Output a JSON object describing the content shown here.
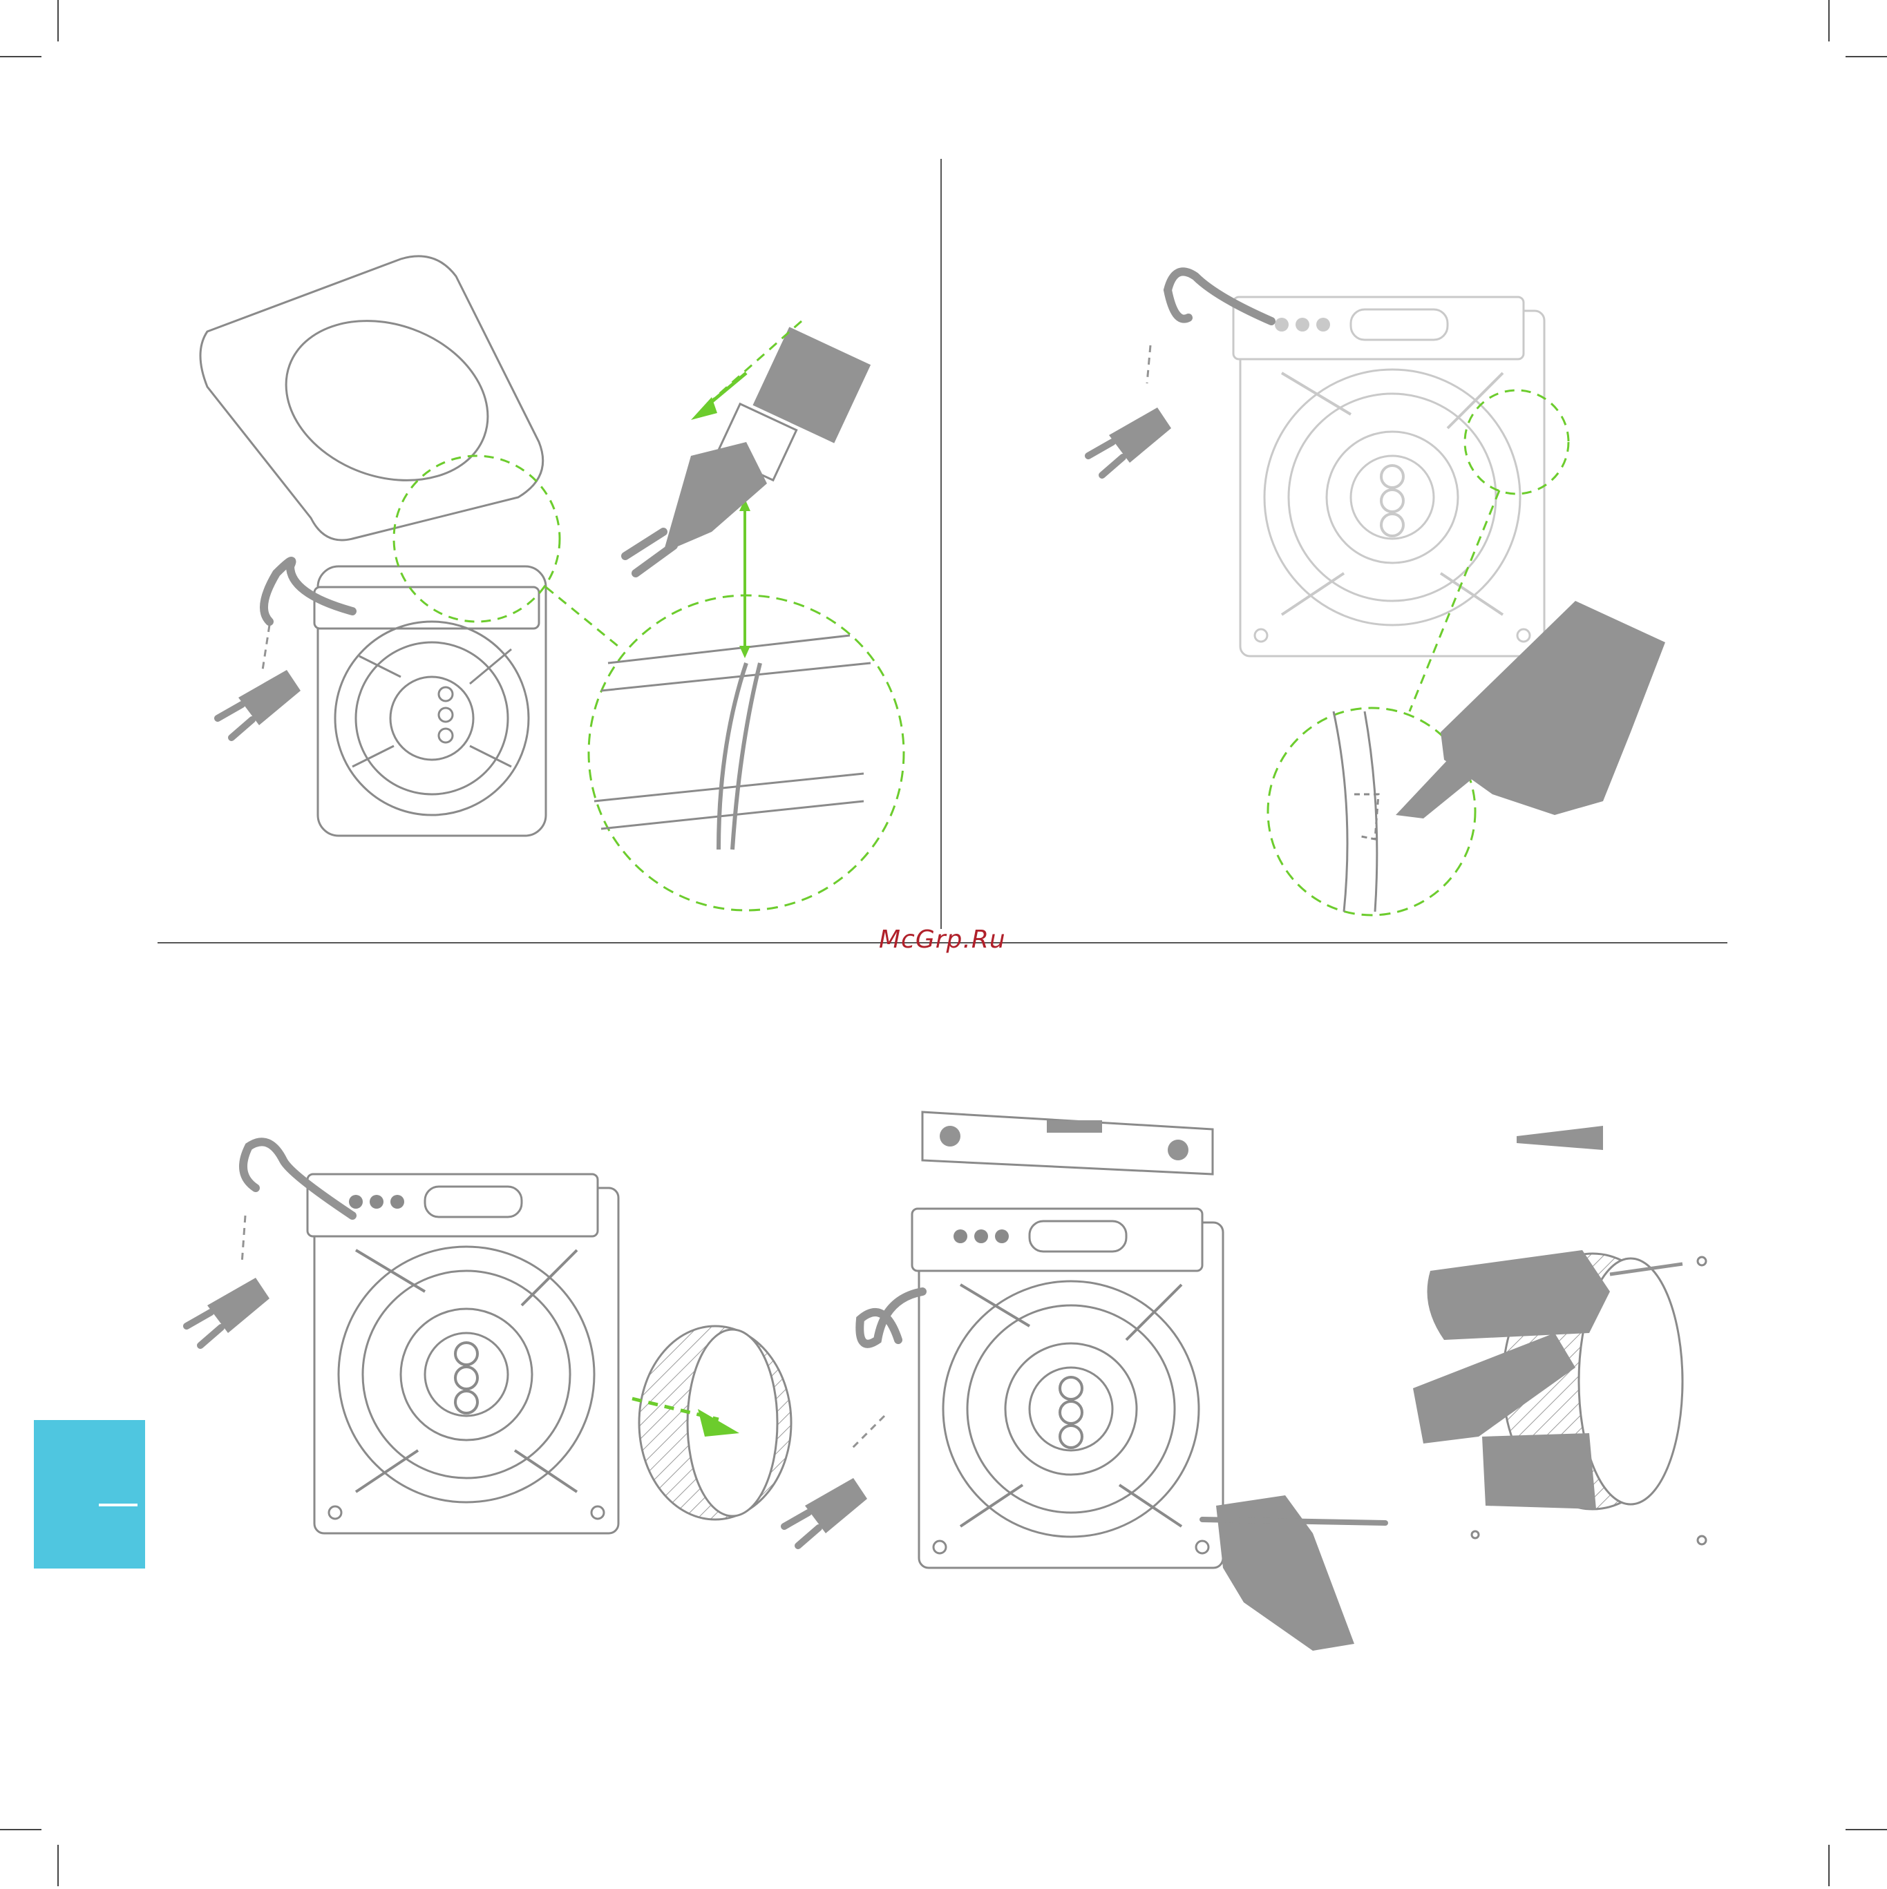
{
  "watermark": "McGrp.Ru",
  "colors": {
    "line": "#8a8a8a",
    "fill": "#939393",
    "accent_green": "#6ccc2d",
    "tab_cyan": "#4fc6e0",
    "watermark_red": "#b0202a"
  },
  "figures": [
    {
      "name": "open-fan-cover-connecting-wires"
    },
    {
      "name": "cutting-knockout-with-knife"
    },
    {
      "name": "fan-into-wall-duct"
    },
    {
      "name": "level-and-marking-holes"
    },
    {
      "name": "drilling-and-wall-plugs"
    }
  ],
  "icons": [
    "plug-icon",
    "hand-knife-icon",
    "hand-pencil-icon",
    "drill-icon",
    "spirit-level-icon",
    "wall-plug-icon",
    "arrow-icon"
  ]
}
